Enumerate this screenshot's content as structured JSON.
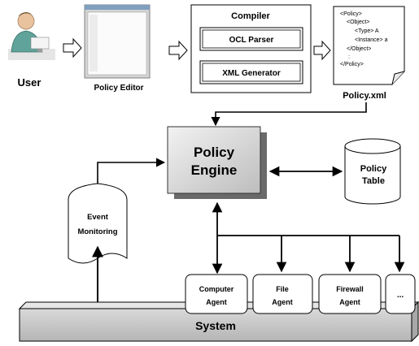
{
  "user": {
    "label": "User"
  },
  "policy_editor": {
    "label": "Policy Editor"
  },
  "compiler": {
    "title": "Compiler",
    "ocl_parser": "OCL Parser",
    "xml_generator": "XML Generator"
  },
  "policy_xml": {
    "filename": "Policy.xml",
    "lines": [
      "<Policy>",
      "<Object>",
      "<Type> A",
      "<Instance> a",
      "</Object>",
      ":",
      "</Policy>"
    ]
  },
  "policy_engine": {
    "line1": "Policy",
    "line2": "Engine"
  },
  "policy_table": {
    "line1": "Policy",
    "line2": "Table"
  },
  "event_monitoring": {
    "line1": "Event",
    "line2": "Monitoring"
  },
  "agents": {
    "computer": {
      "line1": "Computer",
      "line2": "Agent"
    },
    "file": {
      "line1": "File",
      "line2": "Agent"
    },
    "firewall": {
      "line1": "Firewall",
      "line2": "Agent"
    },
    "more": "..."
  },
  "system": {
    "label": "System"
  }
}
